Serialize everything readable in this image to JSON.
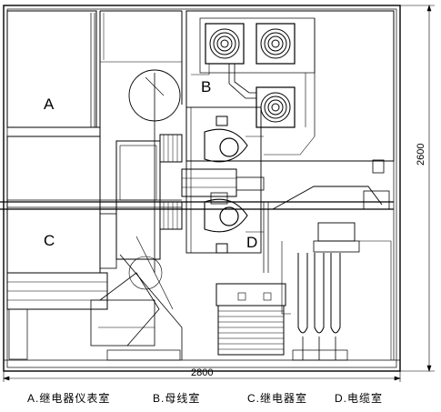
{
  "compartments": {
    "a": "A",
    "b": "B",
    "c": "C",
    "d": "D"
  },
  "dimensions": {
    "width": "2800",
    "height": "2600"
  },
  "legend": {
    "a": "A.继电器仪表室",
    "b": "B.母线室",
    "c": "C.继电器室",
    "d": "D.电缆室"
  }
}
